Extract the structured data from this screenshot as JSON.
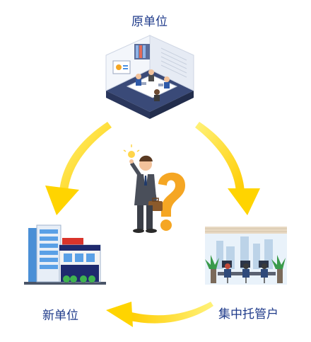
{
  "labels": {
    "original_unit": "原单位",
    "new_unit": "新单位",
    "centralized_custody": "集中托管户"
  },
  "colors": {
    "label_text": "#1e3a8a",
    "arrow_yellow": "#ffd400",
    "question_orange": "#f5a623"
  },
  "icons": {
    "office_meeting": "office-meeting-illustration",
    "businessman": "confused-businessman-illustration",
    "new_building": "building-illustration",
    "custody_office": "call-center-illustration"
  }
}
